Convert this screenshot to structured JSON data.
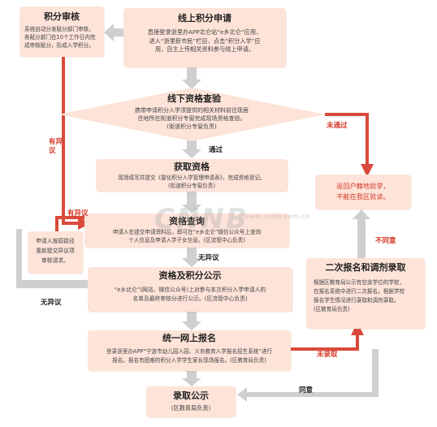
{
  "nodes": {
    "review": {
      "title": "积分审核",
      "text": "系统自动分发赋分部门审核，\n各赋分部门在10个工作日内完\n成审核赋分，形成入学积分。"
    },
    "apply": {
      "title": "线上积分申请",
      "text": "直接登录浙里办APP北仑站“e乡北仑”应用，\n进入“浙里新市民”栏目，点击“积分入学”应\n用，自主上传相关资料参与线上申请。"
    },
    "offline_check": {
      "title": "线下资格查验",
      "text": "携带申请积分入学须提供的相关材料前往现居\n住地所在街道积分专窗完成现场资格查验。\n(街道积分专窗负责)"
    },
    "get_qualification": {
      "title": "获取资格",
      "text": "现场填写并提交《量化积分入学管理申请表》，完成资格登记。\n(街道积分专窗负责)"
    },
    "qualification_query": {
      "title": "资格查询",
      "text": "申请人在提交申请资料后，即可在“e乡北仑”微信公众号上查询\n个人信息及申请入学子女信息。(区流管中心负责)"
    },
    "resubmit": {
      "text": "申请人按原路径\n重新提交异议项\n审核请求。"
    },
    "publicity": {
      "title": "资格及积分公示",
      "text": "“e乡北仑”(网站、微信公众号)上对参与本次积分入学申请人的\n名单及最终审核分进行公示。(区流管中心负责)"
    },
    "unified": {
      "title": "统一网上报名",
      "text": "登录浙里办APP“宁波市幼儿园入园、义务教育入学报名招生系统”进行\n报名。报名有困难的积分入学学生家长现场报名。(区教育局负责)"
    },
    "admission": {
      "title": "录取公示",
      "text": "(区教育局负责)"
    },
    "second_round": {
      "title": "二次报名和调剂录取",
      "text": "根据区教育局公示有空余学位的学校，\n在报名系统中进行二次报名。根据学校\n报名学生情况进行录取和调剂录取。\n(区教育局负责)"
    },
    "return_home": {
      "text": "返回户籍地就学，\n不能在我区就读。"
    }
  },
  "labels": {
    "has_objection_1": "有异\n议",
    "has_objection_2": "有异议",
    "no_objection_1": "无异议",
    "no_objection_2": "无异议",
    "passed": "通过",
    "not_passed": "未通过",
    "disagree": "不同意",
    "not_admitted": "未录取",
    "agree": "同意"
  },
  "watermark": {
    "brand": "CNNB",
    "domain": "www.cnnb.com.cn"
  },
  "colors": {
    "box_fill": "#fde3d8",
    "arrow_red": "#d94a3a",
    "arrow_gray": "#cfcfcf",
    "label_red": "#d63a2a"
  }
}
